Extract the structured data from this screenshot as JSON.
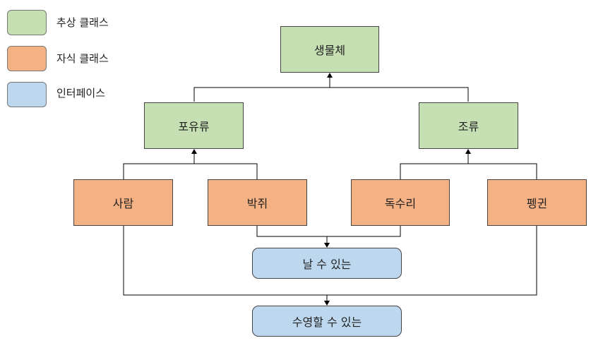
{
  "colors": {
    "abstract": "#c6e0b4",
    "child": "#f4b183",
    "interface": "#bdd7ee",
    "line": "#000000"
  },
  "legend": {
    "abstract_label": "추상 클래스",
    "child_label": "자식 클래스",
    "interface_label": "인터페이스"
  },
  "nodes": {
    "organism": "생물체",
    "mammal": "포유류",
    "bird": "조류",
    "human": "사람",
    "bat": "박쥐",
    "eagle": "독수리",
    "penguin": "펭귄",
    "can_fly": "날 수 있는",
    "can_swim": "수영할 수 있는"
  }
}
